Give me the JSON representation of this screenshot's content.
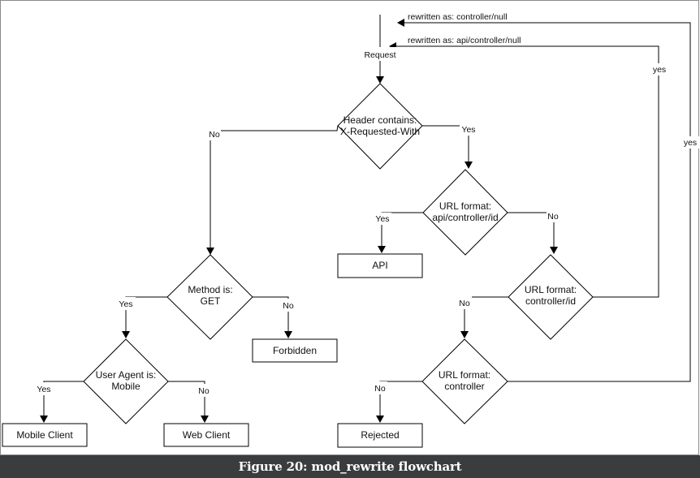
{
  "diagram": {
    "nodes": {
      "request": "Request",
      "header_check": [
        "Header contains:",
        "X-Requested-With"
      ],
      "url_api_id": [
        "URL format:",
        "api/controller/id"
      ],
      "api": "API",
      "url_controller_id": [
        "URL format:",
        "controller/id"
      ],
      "url_controller": [
        "URL format:",
        "controller"
      ],
      "rejected": "Rejected",
      "method_check": [
        "Method is:",
        "GET"
      ],
      "forbidden": "Forbidden",
      "user_agent_check": [
        "User Agent is:",
        "Mobile"
      ],
      "mobile_client": "Mobile Client",
      "web_client": "Web Client"
    },
    "edges": {
      "rewrite_controller_null": "rewritten as: controller/null",
      "rewrite_api_controller_null": "rewritten as: api/controller/null",
      "header_no": "No",
      "header_yes": "Yes",
      "url_api_id_yes": "Yes",
      "url_api_id_no": "No",
      "url_controller_id_yes": "yes",
      "url_controller_id_no": "No",
      "url_controller_yes": "yes",
      "url_controller_no": "No",
      "method_yes": "Yes",
      "method_no": "No",
      "ua_yes": "Yes",
      "ua_no": "No"
    }
  },
  "caption": "Figure 20: mod_rewrite flowchart"
}
